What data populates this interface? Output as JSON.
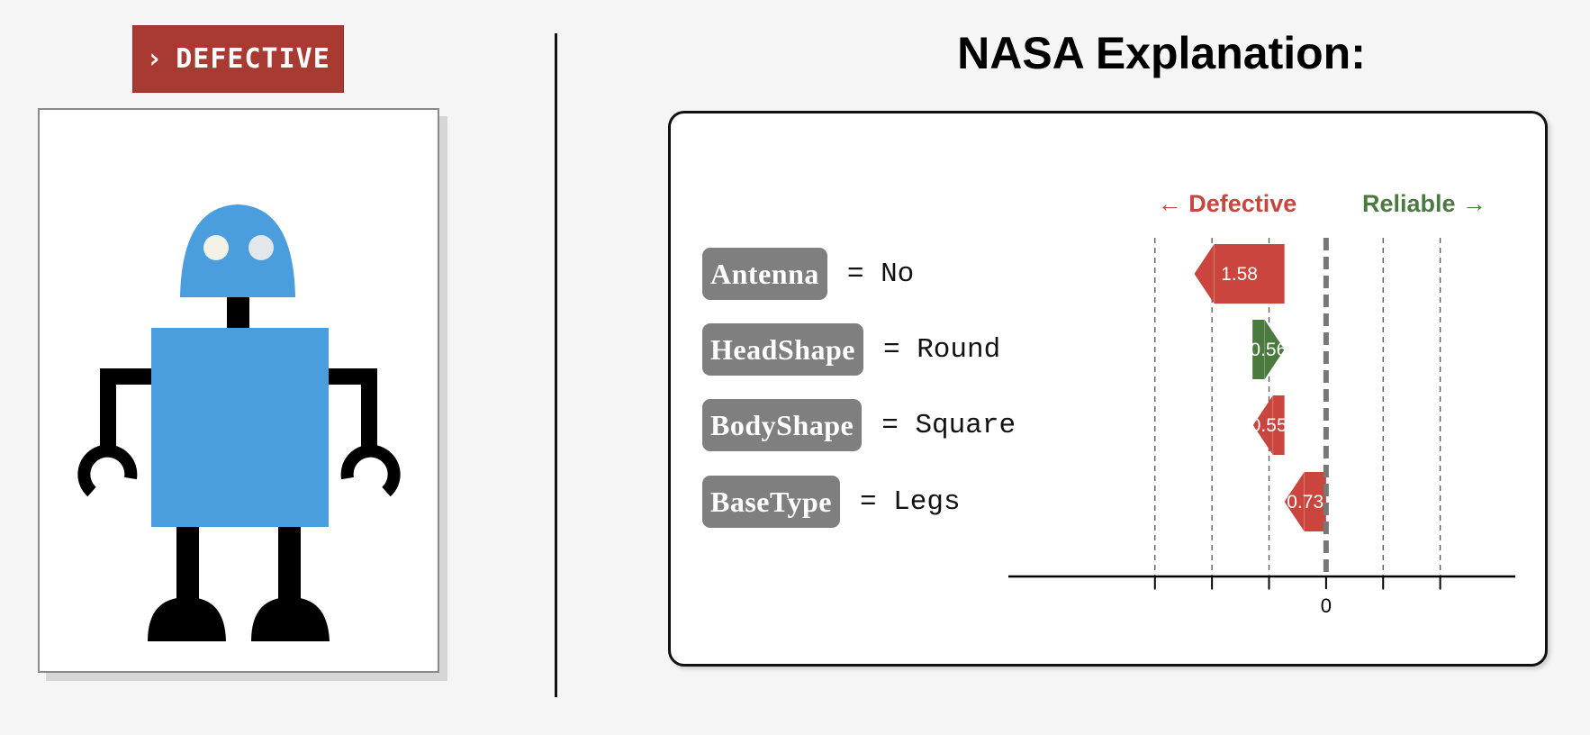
{
  "prediction_badge": {
    "chevron": "›",
    "label": "DEFECTIVE",
    "color": "#a83a32"
  },
  "robot": {
    "icon": "robot-icon",
    "head_shape": "Round",
    "body_shape": "Square",
    "base_type": "Legs",
    "antenna": "No",
    "body_color": "#4a9edd"
  },
  "explanation": {
    "title": "NASA Explanation:"
  },
  "chart_data": {
    "type": "bar",
    "orientation": "horizontal",
    "direction_labels": {
      "negative": "← Defective",
      "positive": "Reliable →"
    },
    "categories": [
      "Antenna",
      "HeadShape",
      "BodyShape",
      "BaseType"
    ],
    "category_values": [
      "No",
      "Round",
      "Square",
      "Legs"
    ],
    "segments": [
      {
        "feature": "Antenna",
        "start": -0.73,
        "value": -1.58,
        "label": "1.58"
      },
      {
        "feature": "HeadShape",
        "start": -1.29,
        "value": 0.56,
        "label": "0.56"
      },
      {
        "feature": "BodyShape",
        "start": -0.73,
        "value": -0.55,
        "label": "0.55"
      },
      {
        "feature": "BaseType",
        "start": 0.0,
        "value": -0.73,
        "label": "0.73"
      }
    ],
    "x_tick_labels": [
      {
        "value": 0,
        "label": "0"
      }
    ],
    "x_ticks": [
      -3.0,
      -2.0,
      -1.0,
      0.0,
      1.0,
      2.0
    ],
    "xlim": [
      -5.6,
      3.3
    ],
    "grid": "vertical dashed",
    "colors": {
      "defective": "#c9453d",
      "reliable": "#4b7a3f",
      "defective_text": "#c9453d",
      "reliable_text": "#4b7a3f"
    }
  }
}
